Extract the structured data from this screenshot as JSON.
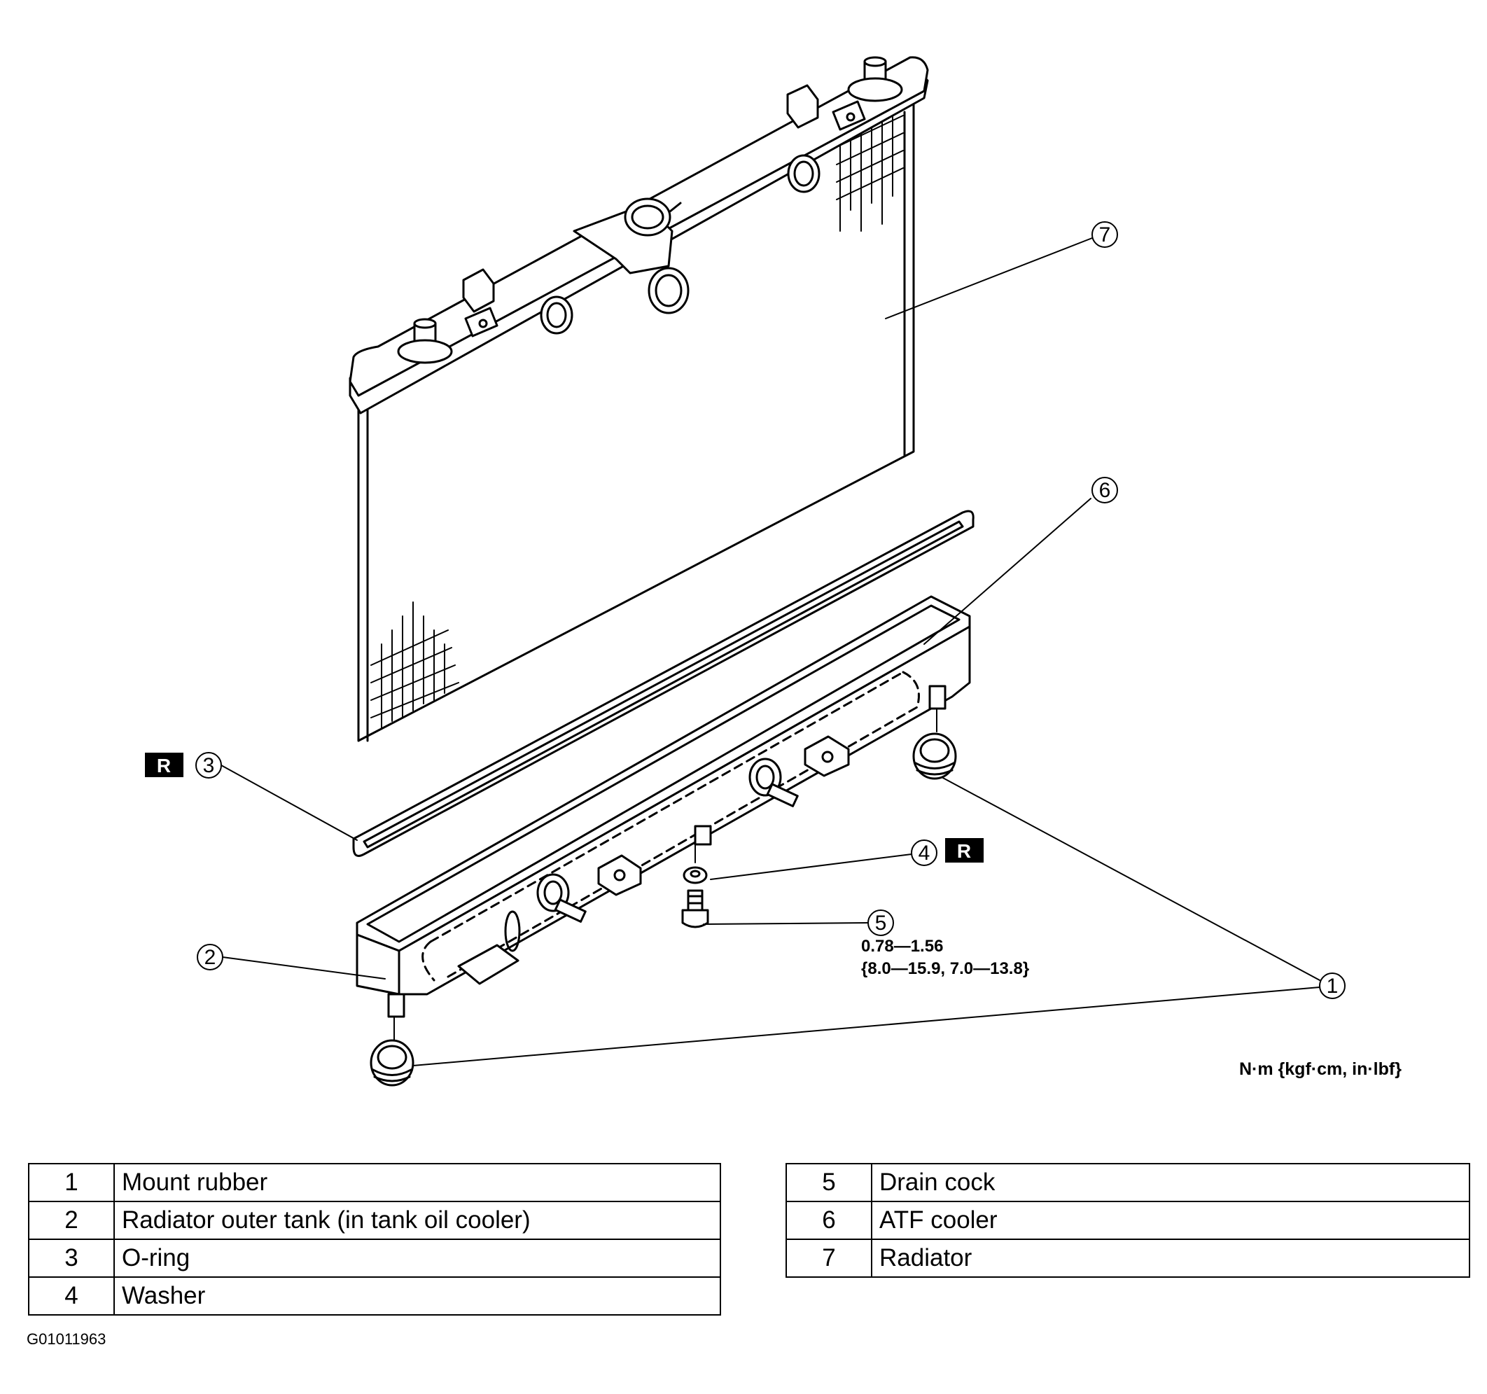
{
  "diagram": {
    "callouts": {
      "c1": "1",
      "c2": "2",
      "c3": "3",
      "c4": "4",
      "c5": "5",
      "c6": "6",
      "c7": "7"
    },
    "replace_badge": "R",
    "torque_line1": "0.78—1.56",
    "torque_line2": "{8.0—15.9, 7.0—13.8}",
    "torque_units": "N·m {kgf·cm, in·lbf}"
  },
  "parts_left": [
    {
      "num": "1",
      "name": "Mount rubber"
    },
    {
      "num": "2",
      "name": "Radiator outer tank (in tank oil cooler)"
    },
    {
      "num": "3",
      "name": "O-ring"
    },
    {
      "num": "4",
      "name": "Washer"
    }
  ],
  "parts_right": [
    {
      "num": "5",
      "name": "Drain cock"
    },
    {
      "num": "6",
      "name": "ATF cooler"
    },
    {
      "num": "7",
      "name": "Radiator"
    }
  ],
  "figure_id": "G01011963"
}
